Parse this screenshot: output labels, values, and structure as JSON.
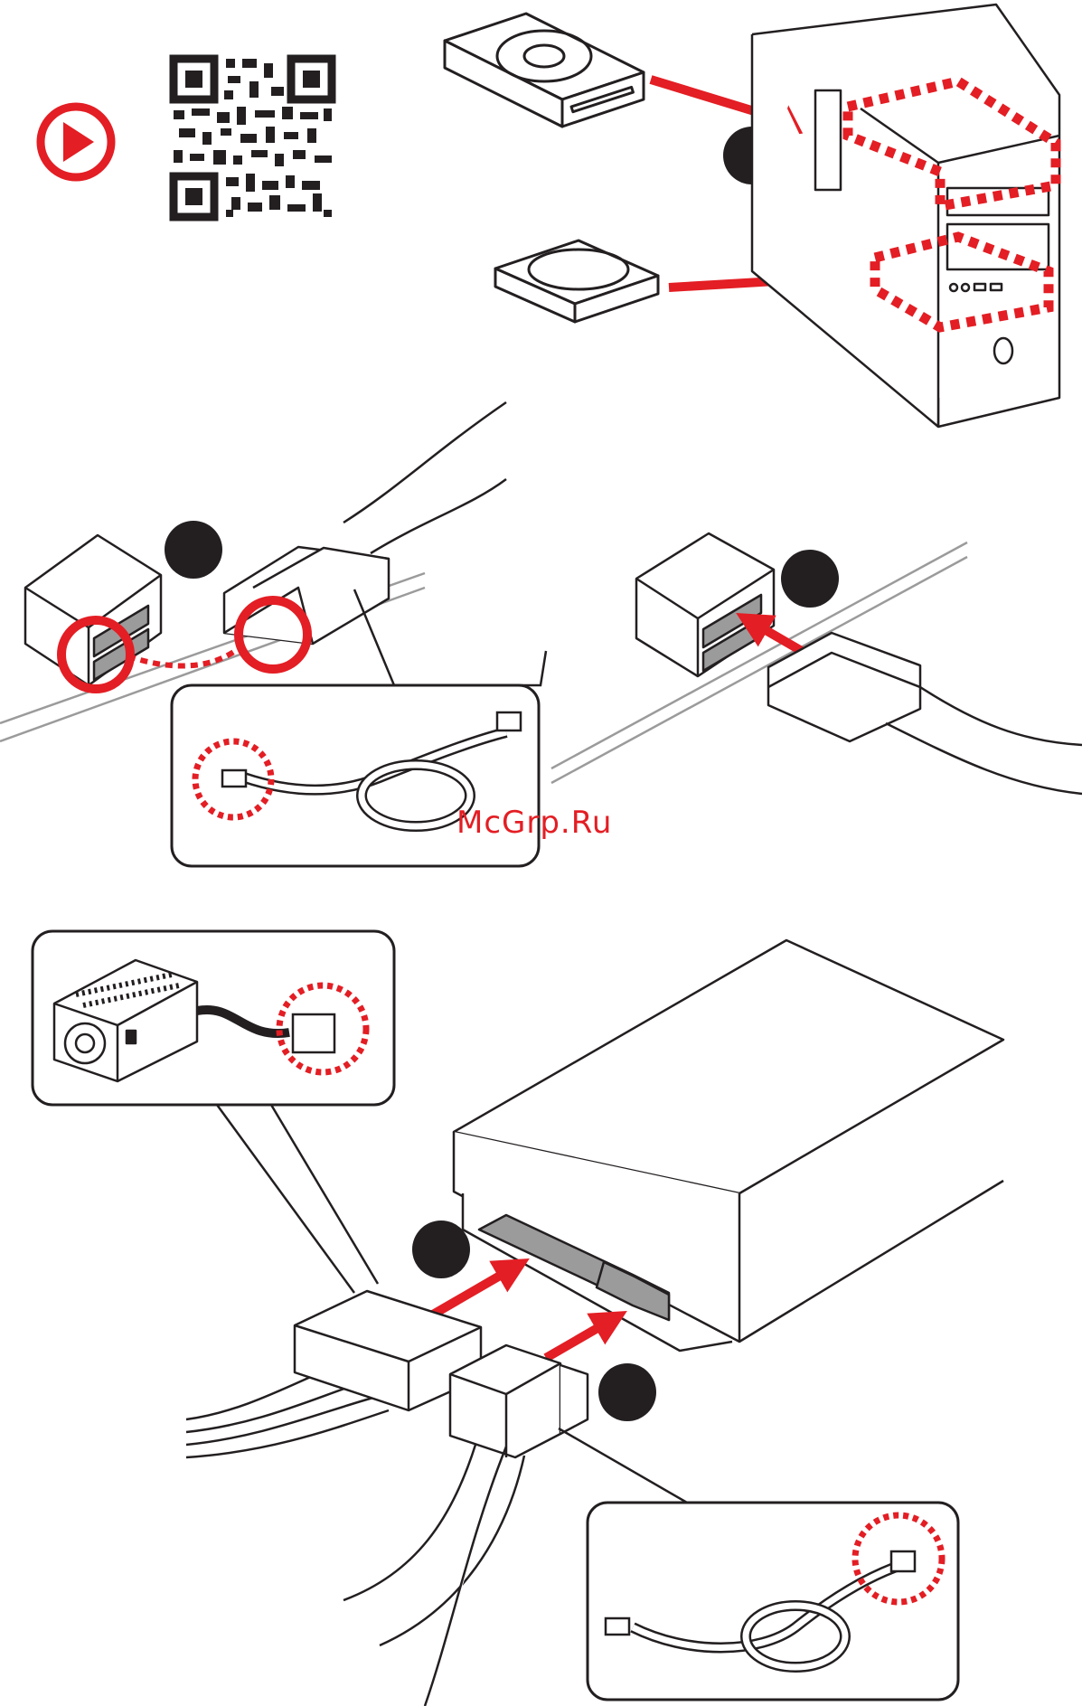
{
  "document": {
    "watermark": "McGrp.Ru",
    "icons": {
      "play": "play-button-icon",
      "qr": "qr-code-icon",
      "step_marker": "step-marker-dot",
      "tower": "pc-tower-icon",
      "odd": "optical-disc-drive-icon",
      "hdd": "hard-disk-drive-icon",
      "psu": "power-supply-icon"
    },
    "colors": {
      "accent": "#e31e24",
      "line": "#231f20",
      "connector_fill": "#9b9b9b"
    },
    "steps": {
      "panel_1": [
        "install-drive-into-case"
      ],
      "panel_2": [
        "sata-cable-to-motherboard-port"
      ],
      "panel_3": [
        "sata-data-and-power-to-drive"
      ]
    }
  }
}
